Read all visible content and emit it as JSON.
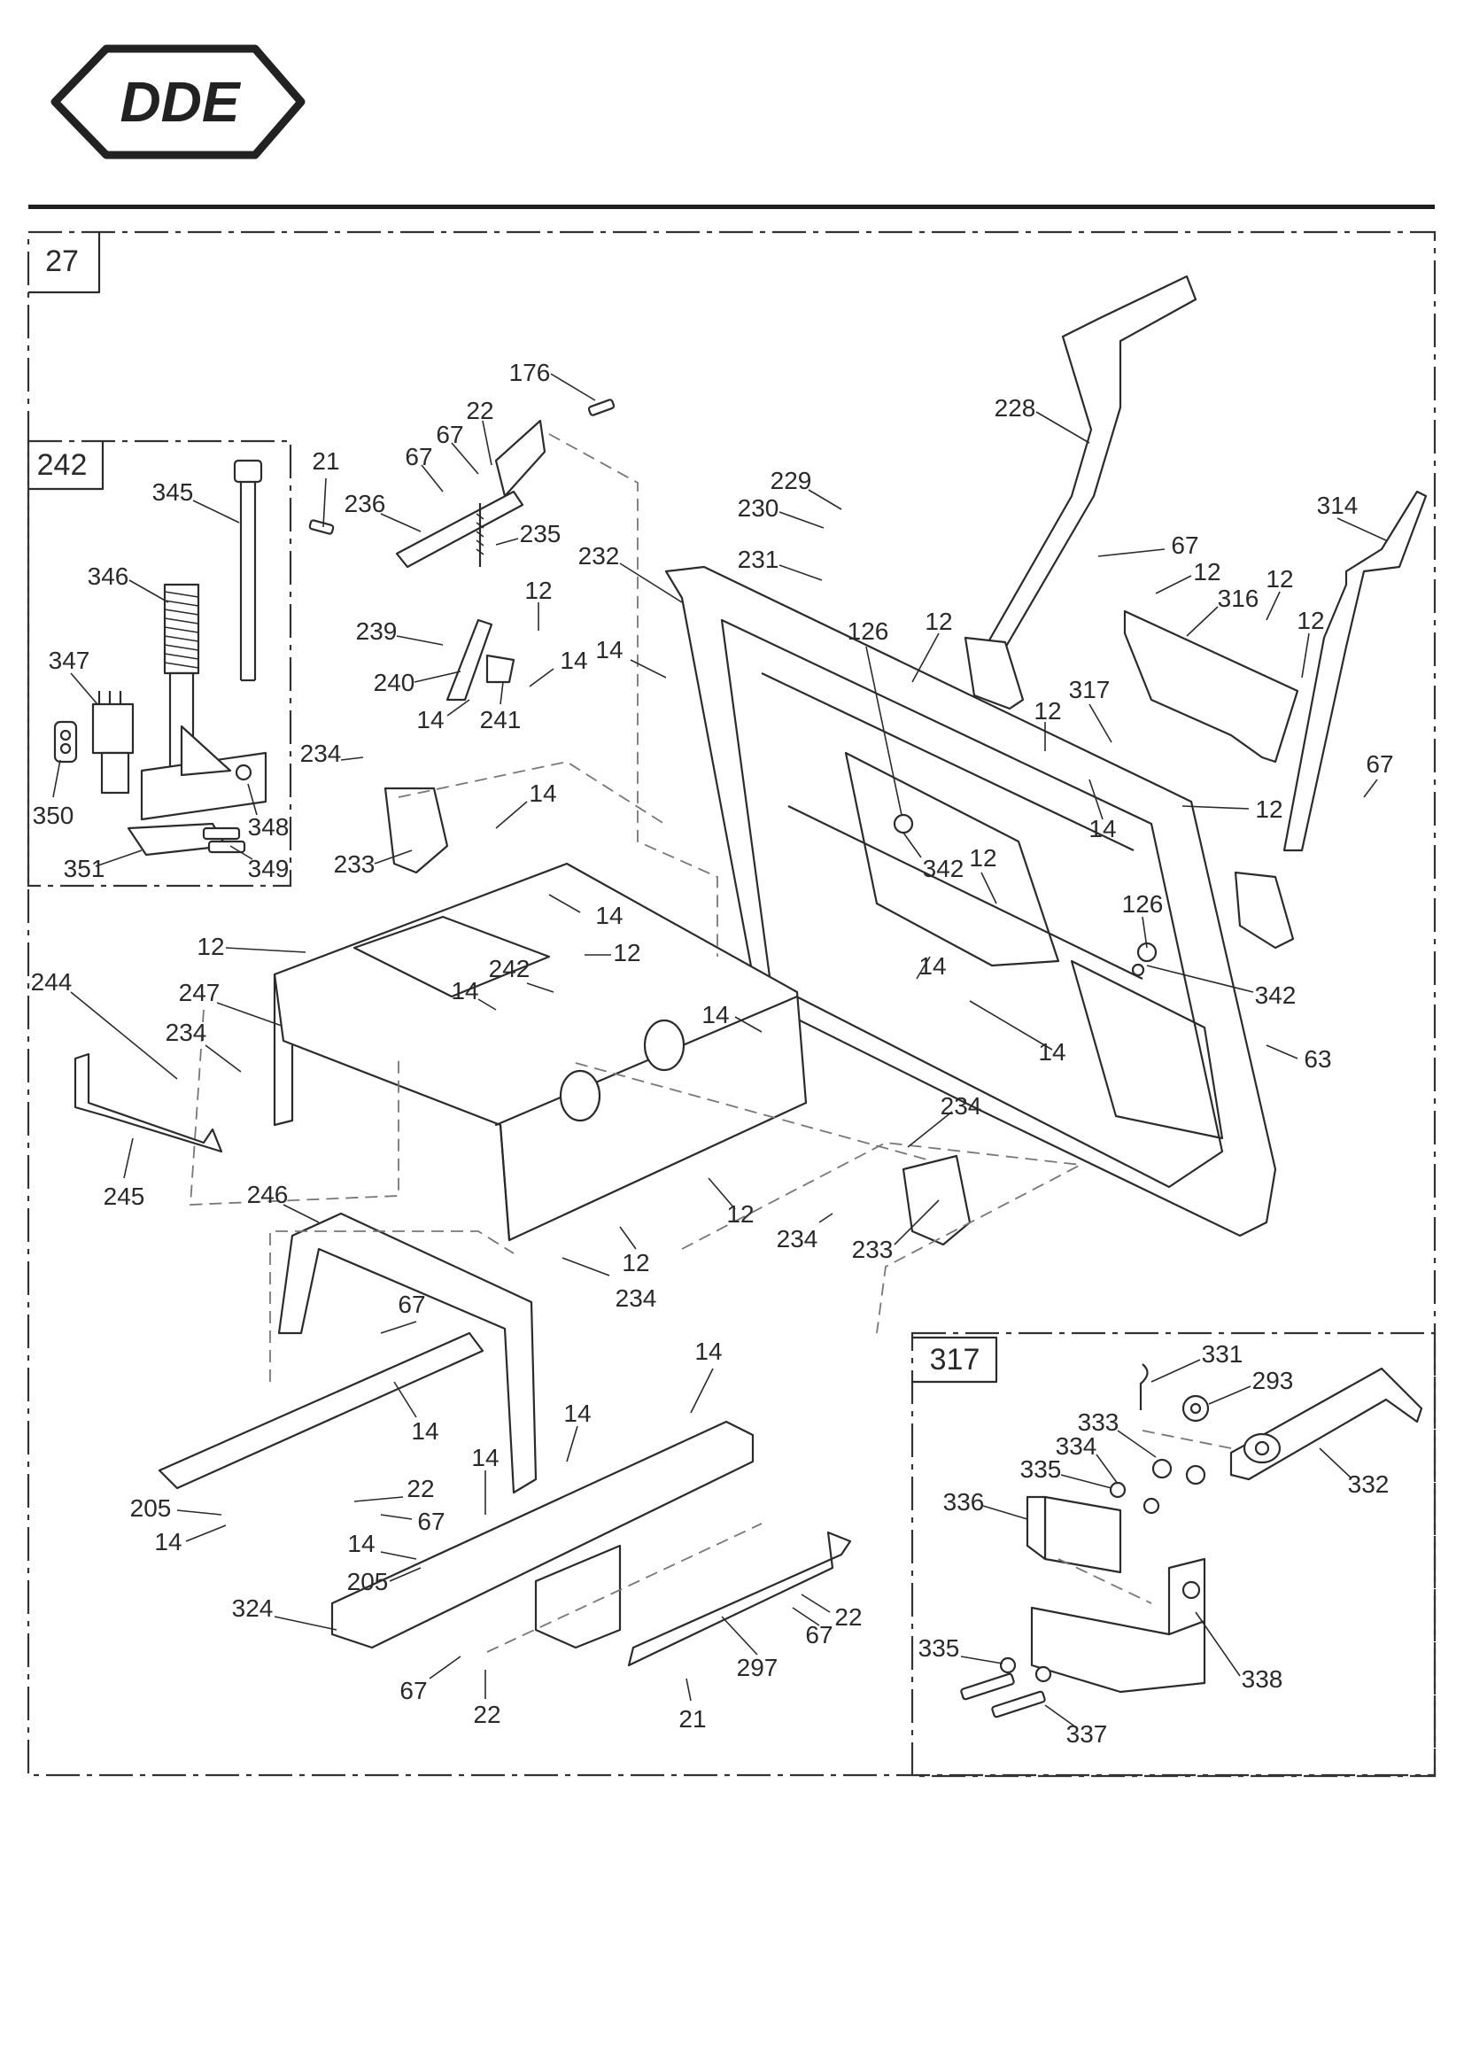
{
  "logo": {
    "text": "DDE"
  },
  "diagram": {
    "label": "27",
    "insets": [
      {
        "id": "inset-242",
        "label": "242"
      },
      {
        "id": "inset-317",
        "label": "317"
      }
    ],
    "callouts": [
      {
        "id": "c176",
        "text": "176"
      },
      {
        "id": "c22a",
        "text": "22"
      },
      {
        "id": "c67a",
        "text": "67"
      },
      {
        "id": "c67b",
        "text": "67"
      },
      {
        "id": "c21a",
        "text": "21"
      },
      {
        "id": "c236",
        "text": "236"
      },
      {
        "id": "c235",
        "text": "235"
      },
      {
        "id": "c232",
        "text": "232"
      },
      {
        "id": "c229",
        "text": "229"
      },
      {
        "id": "c230",
        "text": "230"
      },
      {
        "id": "c231",
        "text": "231"
      },
      {
        "id": "c228",
        "text": "228"
      },
      {
        "id": "c314",
        "text": "314"
      },
      {
        "id": "c67c",
        "text": "67"
      },
      {
        "id": "c12a",
        "text": "12"
      },
      {
        "id": "c12b",
        "text": "12"
      },
      {
        "id": "c316",
        "text": "316"
      },
      {
        "id": "c12c",
        "text": "12"
      },
      {
        "id": "c345",
        "text": "345"
      },
      {
        "id": "c346",
        "text": "346"
      },
      {
        "id": "c347",
        "text": "347"
      },
      {
        "id": "c350",
        "text": "350"
      },
      {
        "id": "c348",
        "text": "348"
      },
      {
        "id": "c351",
        "text": "351"
      },
      {
        "id": "c349",
        "text": "349"
      },
      {
        "id": "c12d",
        "text": "12"
      },
      {
        "id": "c239",
        "text": "239"
      },
      {
        "id": "c240",
        "text": "240"
      },
      {
        "id": "c14a",
        "text": "14"
      },
      {
        "id": "c241",
        "text": "241"
      },
      {
        "id": "c14b",
        "text": "14"
      },
      {
        "id": "c14c",
        "text": "14"
      },
      {
        "id": "c126a",
        "text": "126"
      },
      {
        "id": "c12e",
        "text": "12"
      },
      {
        "id": "c12f",
        "text": "12"
      },
      {
        "id": "c317",
        "text": "317"
      },
      {
        "id": "c67d",
        "text": "67"
      },
      {
        "id": "c12g",
        "text": "12"
      },
      {
        "id": "c14d",
        "text": "14"
      },
      {
        "id": "c234a",
        "text": "234"
      },
      {
        "id": "c14e",
        "text": "14"
      },
      {
        "id": "c233a",
        "text": "233"
      },
      {
        "id": "c342a",
        "text": "342"
      },
      {
        "id": "c12h",
        "text": "12"
      },
      {
        "id": "c126b",
        "text": "126"
      },
      {
        "id": "c342b",
        "text": "342"
      },
      {
        "id": "c12i",
        "text": "12"
      },
      {
        "id": "c12j",
        "text": "12"
      },
      {
        "id": "c14f",
        "text": "14"
      },
      {
        "id": "c242",
        "text": "242"
      },
      {
        "id": "c14g",
        "text": "14"
      },
      {
        "id": "c14h",
        "text": "14"
      },
      {
        "id": "c14i",
        "text": "14"
      },
      {
        "id": "c244",
        "text": "244"
      },
      {
        "id": "c247",
        "text": "247"
      },
      {
        "id": "c234b",
        "text": "234"
      },
      {
        "id": "c14j",
        "text": "14"
      },
      {
        "id": "c63",
        "text": "63"
      },
      {
        "id": "c245",
        "text": "245"
      },
      {
        "id": "c14k",
        "text": "14"
      },
      {
        "id": "c234c",
        "text": "234"
      },
      {
        "id": "c12k",
        "text": "12"
      },
      {
        "id": "c234d",
        "text": "234"
      },
      {
        "id": "c233b",
        "text": "233"
      },
      {
        "id": "c246",
        "text": "246"
      },
      {
        "id": "c12l",
        "text": "12"
      },
      {
        "id": "c234e",
        "text": "234"
      },
      {
        "id": "c67e",
        "text": "67"
      },
      {
        "id": "c14l",
        "text": "14"
      },
      {
        "id": "c14m",
        "text": "14"
      },
      {
        "id": "c14n",
        "text": "14"
      },
      {
        "id": "c14o",
        "text": "14"
      },
      {
        "id": "c22b",
        "text": "22"
      },
      {
        "id": "c205a",
        "text": "205"
      },
      {
        "id": "c14p",
        "text": "14"
      },
      {
        "id": "c67f",
        "text": "67"
      },
      {
        "id": "c14q",
        "text": "14"
      },
      {
        "id": "c205b",
        "text": "205"
      },
      {
        "id": "c324",
        "text": "324"
      },
      {
        "id": "c22c",
        "text": "22"
      },
      {
        "id": "c67g",
        "text": "67"
      },
      {
        "id": "c297",
        "text": "297"
      },
      {
        "id": "c67h",
        "text": "67"
      },
      {
        "id": "c22d",
        "text": "22"
      },
      {
        "id": "c21b",
        "text": "21"
      },
      {
        "id": "c331",
        "text": "331"
      },
      {
        "id": "c293",
        "text": "293"
      },
      {
        "id": "c333",
        "text": "333"
      },
      {
        "id": "c334",
        "text": "334"
      },
      {
        "id": "c335a",
        "text": "335"
      },
      {
        "id": "c332",
        "text": "332"
      },
      {
        "id": "c336",
        "text": "336"
      },
      {
        "id": "c335b",
        "text": "335"
      },
      {
        "id": "c338",
        "text": "338"
      },
      {
        "id": "c337",
        "text": "337"
      }
    ]
  }
}
